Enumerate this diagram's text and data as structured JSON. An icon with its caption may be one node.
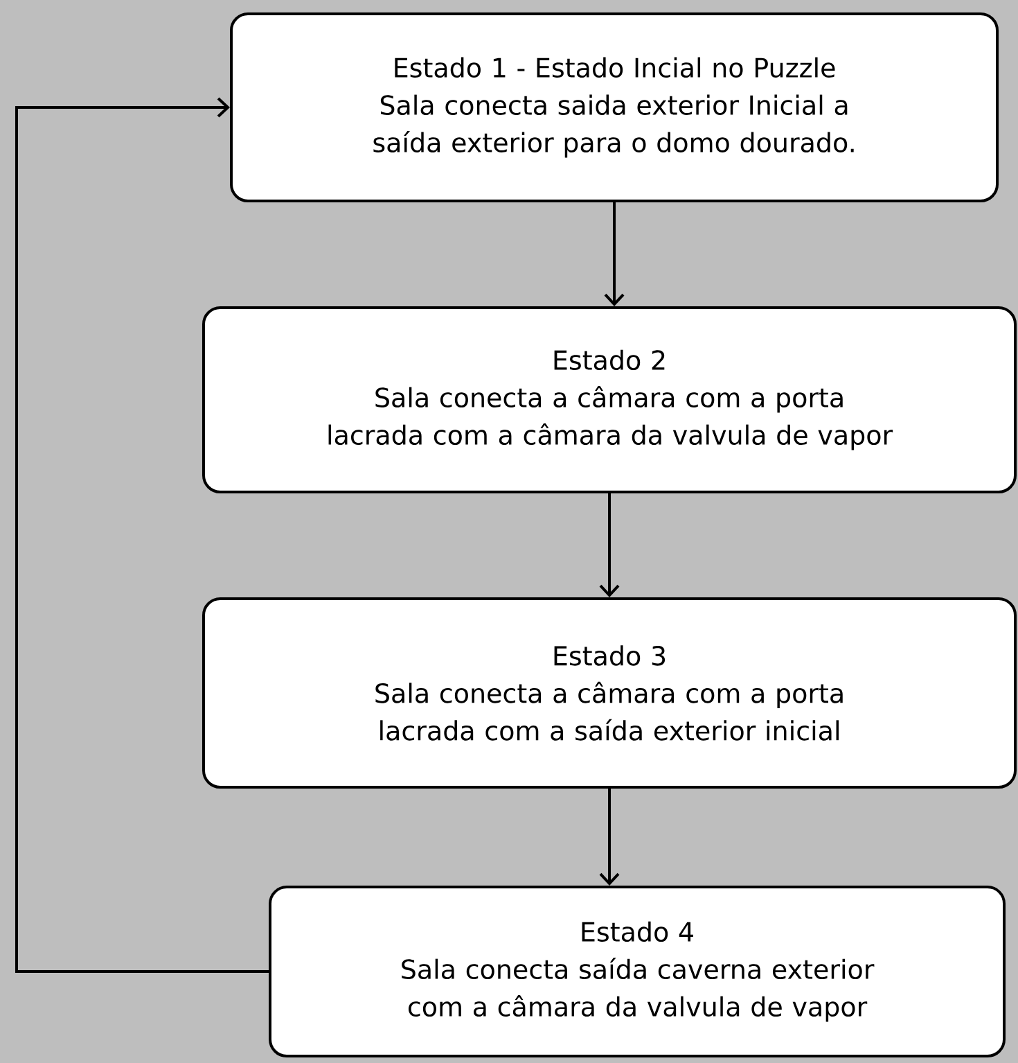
{
  "diagram": {
    "nodes": [
      {
        "text": [
          "Estado 1 - Estado Incial no Puzzle",
          "Sala conecta saida exterior Inicial a saída exterior para o domo dourado."
        ]
      },
      {
        "text": [
          "Estado 2",
          "Sala conecta a câmara com a porta lacrada com a câmara da valvula de vapor"
        ]
      },
      {
        "text": [
          "Estado 3",
          "Sala conecta a câmara com a porta lacrada com a saída exterior inicial"
        ]
      },
      {
        "text": [
          "Estado 4",
          "Sala conecta saída caverna exterior com a câmara da valvula de vapor"
        ]
      }
    ],
    "edges": [
      {
        "from": 0,
        "to": 1,
        "arrow": "to"
      },
      {
        "from": 1,
        "to": 2,
        "arrow": "to"
      },
      {
        "from": 2,
        "to": 3,
        "arrow": "to"
      },
      {
        "from": 3,
        "to": 0,
        "arrow": "to"
      }
    ]
  }
}
